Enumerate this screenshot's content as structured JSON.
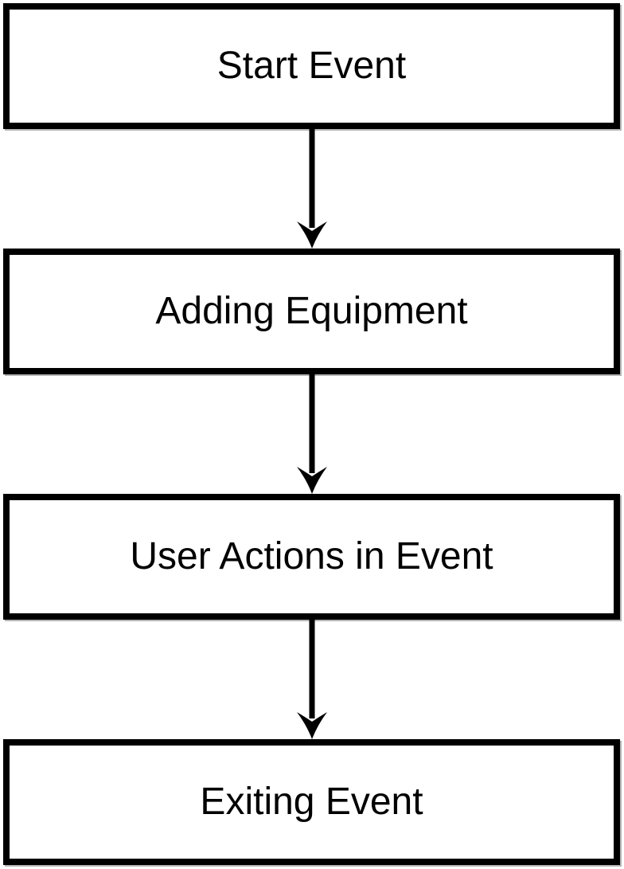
{
  "diagram": {
    "type": "flowchart",
    "direction": "top-to-bottom",
    "nodes": [
      {
        "id": "start-event",
        "label": "Start Event"
      },
      {
        "id": "adding-equipment",
        "label": "Adding Equipment"
      },
      {
        "id": "user-actions-in-event",
        "label": "User Actions in Event"
      },
      {
        "id": "exiting-event",
        "label": "Exiting Event"
      }
    ],
    "edges": [
      {
        "from": "start-event",
        "to": "adding-equipment",
        "style": "arrow-down"
      },
      {
        "from": "adding-equipment",
        "to": "user-actions-in-event",
        "style": "arrow-down"
      },
      {
        "from": "user-actions-in-event",
        "to": "exiting-event",
        "style": "arrow-down"
      }
    ],
    "colors": {
      "node_border": "#000000",
      "node_fill": "#ffffff",
      "arrow": "#000000",
      "text": "#000000",
      "background": "#ffffff",
      "shadow": "#787878"
    }
  }
}
